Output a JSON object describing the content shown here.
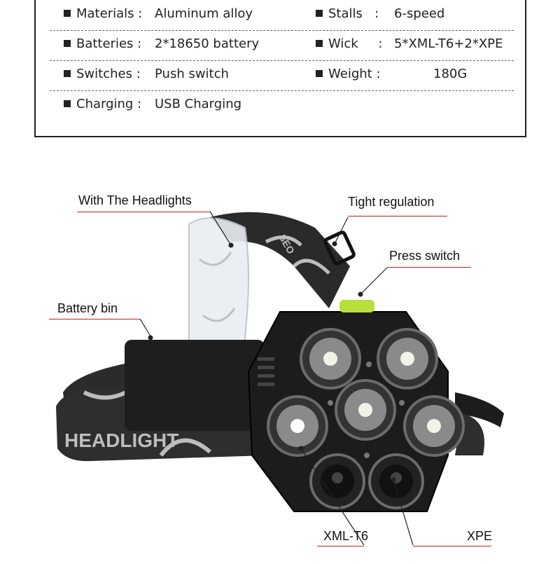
{
  "specs": {
    "rows": [
      {
        "left": {
          "label": "Materials",
          "value": "Aluminum alloy"
        },
        "right": {
          "label": "Stalls",
          "value": "6-speed"
        }
      },
      {
        "left": {
          "label": "Batteries",
          "value": "2*18650 battery"
        },
        "right": {
          "label": "Wick",
          "value": "5*XML-T6+2*XPE"
        }
      },
      {
        "left": {
          "label": "Switches",
          "value": "Push switch"
        },
        "right": {
          "label": "Weight",
          "value": "180G"
        }
      },
      {
        "left": {
          "label": "Charging",
          "value": "USB Charging"
        }
      }
    ],
    "colon": ":"
  },
  "callouts": {
    "headlights": "With The Headlights",
    "regulation": "Tight regulation",
    "press_switch": "Press switch",
    "battery_bin": "Battery bin",
    "xml_t6": "XML-T6",
    "xpe": "XPE"
  },
  "product": {
    "strap_text": "HEADLIGHT",
    "brand_mark": "SEO",
    "colors": {
      "strap": "#2b2b2b",
      "strap_pattern": "#bdbdbd",
      "body": "#1c1c1c",
      "switch": "#b9e03a",
      "callout_line": "#c2211b"
    }
  }
}
